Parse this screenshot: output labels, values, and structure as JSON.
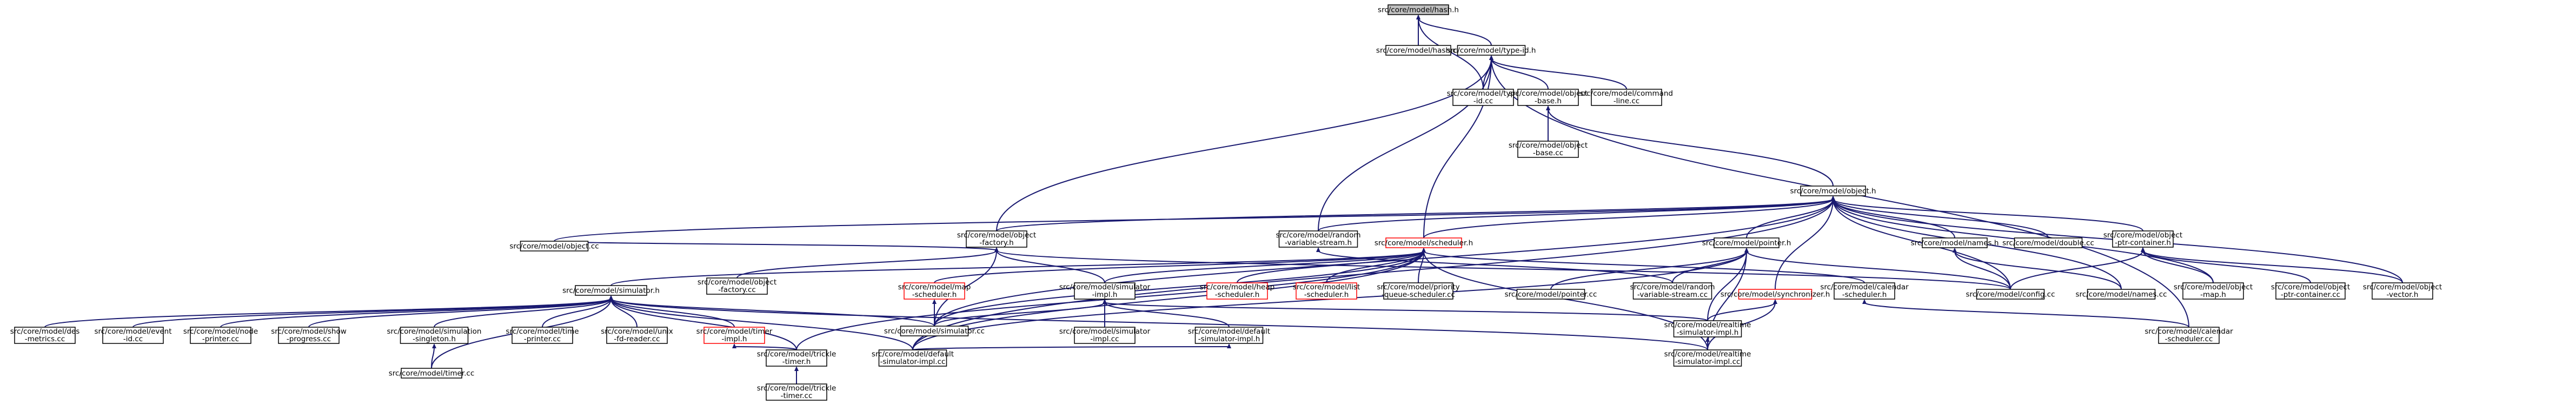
{
  "nodes": {
    "hash_h": {
      "lines": [
        "src/core/model/hash.h"
      ],
      "style": "root"
    },
    "hash_cc": {
      "lines": [
        "src/core/model/hash.cc"
      ],
      "style": "normal"
    },
    "type_id_h": {
      "lines": [
        "src/core/model/type-id.h"
      ],
      "style": "normal"
    },
    "type_id_cc": {
      "lines": [
        "src/core/model/type",
        "-id.cc"
      ],
      "style": "normal"
    },
    "object_base_h": {
      "lines": [
        "src/core/model/object",
        "-base.h"
      ],
      "style": "normal"
    },
    "command_line_cc": {
      "lines": [
        "src/core/model/command",
        "-line.cc"
      ],
      "style": "normal"
    },
    "object_base_cc": {
      "lines": [
        "src/core/model/object",
        "-base.cc"
      ],
      "style": "normal"
    },
    "object_h": {
      "lines": [
        "src/core/model/object.h"
      ],
      "style": "normal"
    },
    "object_factory_h": {
      "lines": [
        "src/core/model/object",
        "-factory.h"
      ],
      "style": "normal"
    },
    "random_variable_stream_h": {
      "lines": [
        "src/core/model/random",
        "-variable-stream.h"
      ],
      "style": "normal"
    },
    "scheduler_h": {
      "lines": [
        "src/core/model/scheduler.h"
      ],
      "style": "red"
    },
    "pointer_h": {
      "lines": [
        "src/core/model/pointer.h"
      ],
      "style": "normal"
    },
    "names_h": {
      "lines": [
        "src/core/model/names.h"
      ],
      "style": "normal"
    },
    "double_cc": {
      "lines": [
        "src/core/model/double.cc"
      ],
      "style": "normal"
    },
    "object_ptr_container_h": {
      "lines": [
        "src/core/model/object",
        "-ptr-container.h"
      ],
      "style": "normal"
    },
    "object_cc": {
      "lines": [
        "src/core/model/object.cc"
      ],
      "style": "normal"
    },
    "simulator_h": {
      "lines": [
        "src/core/model/simulator.h"
      ],
      "style": "normal"
    },
    "object_factory_cc": {
      "lines": [
        "src/core/model/object",
        "-factory.cc"
      ],
      "style": "normal"
    },
    "map_scheduler_h": {
      "lines": [
        "src/core/model/map",
        "-scheduler.h"
      ],
      "style": "red"
    },
    "simulator_impl_h": {
      "lines": [
        "src/core/model/simulator",
        "-impl.h"
      ],
      "style": "normal"
    },
    "heap_scheduler_h": {
      "lines": [
        "src/core/model/heap",
        "-scheduler.h"
      ],
      "style": "red"
    },
    "list_scheduler_h": {
      "lines": [
        "src/core/model/list",
        "-scheduler.h"
      ],
      "style": "red"
    },
    "priority_queue_scheduler_cc": {
      "lines": [
        "src/core/model/priority",
        "-queue-scheduler.cc"
      ],
      "style": "normal"
    },
    "pointer_cc": {
      "lines": [
        "src/core/model/pointer.cc"
      ],
      "style": "normal"
    },
    "random_variable_stream_cc": {
      "lines": [
        "src/core/model/random",
        "-variable-stream.cc"
      ],
      "style": "normal"
    },
    "synchronizer_h": {
      "lines": [
        "src/core/model/synchronizer.h"
      ],
      "style": "red"
    },
    "calendar_scheduler_h": {
      "lines": [
        "src/core/model/calendar",
        "-scheduler.h"
      ],
      "style": "normal"
    },
    "config_cc": {
      "lines": [
        "src/core/model/config.cc"
      ],
      "style": "normal"
    },
    "names_cc": {
      "lines": [
        "src/core/model/names.cc"
      ],
      "style": "normal"
    },
    "object_map_h": {
      "lines": [
        "src/core/model/object",
        "-map.h"
      ],
      "style": "normal"
    },
    "object_ptr_container_cc": {
      "lines": [
        "src/core/model/object",
        "-ptr-container.cc"
      ],
      "style": "normal"
    },
    "object_vector_h": {
      "lines": [
        "src/core/model/object",
        "-vector.h"
      ],
      "style": "normal"
    },
    "des_metrics_cc": {
      "lines": [
        "src/core/model/des",
        "-metrics.cc"
      ],
      "style": "normal"
    },
    "event_id_cc": {
      "lines": [
        "src/core/model/event",
        "-id.cc"
      ],
      "style": "normal"
    },
    "node_printer_cc": {
      "lines": [
        "src/core/model/node",
        "-printer.cc"
      ],
      "style": "normal"
    },
    "show_progress_cc": {
      "lines": [
        "src/core/model/show",
        "-progress.cc"
      ],
      "style": "normal"
    },
    "simulation_singleton_h": {
      "lines": [
        "src/core/model/simulation",
        "-singleton.h"
      ],
      "style": "normal"
    },
    "time_printer_cc": {
      "lines": [
        "src/core/model/time",
        "-printer.cc"
      ],
      "style": "normal"
    },
    "unix_fd_reader_cc": {
      "lines": [
        "src/core/model/unix",
        "-fd-reader.cc"
      ],
      "style": "normal"
    },
    "timer_impl_h": {
      "lines": [
        "src/core/model/timer",
        "-impl.h"
      ],
      "style": "red"
    },
    "simulator_cc": {
      "lines": [
        "src/core/model/simulator.cc"
      ],
      "style": "normal"
    },
    "simulator_impl_cc": {
      "lines": [
        "src/core/model/simulator",
        "-impl.cc"
      ],
      "style": "normal"
    },
    "default_simulator_impl_h": {
      "lines": [
        "src/core/model/default",
        "-simulator-impl.h"
      ],
      "style": "normal"
    },
    "realtime_simulator_impl_h": {
      "lines": [
        "src/core/model/realtime",
        "-simulator-impl.h"
      ],
      "style": "normal"
    },
    "calendar_scheduler_cc": {
      "lines": [
        "src/core/model/calendar",
        "-scheduler.cc"
      ],
      "style": "normal"
    },
    "timer_cc": {
      "lines": [
        "src/core/model/timer.cc"
      ],
      "style": "normal"
    },
    "trickle_timer_h": {
      "lines": [
        "src/core/model/trickle",
        "-timer.h"
      ],
      "style": "normal"
    },
    "default_simulator_impl_cc": {
      "lines": [
        "src/core/model/default",
        "-simulator-impl.cc"
      ],
      "style": "normal"
    },
    "realtime_simulator_impl_cc": {
      "lines": [
        "src/core/model/realtime",
        "-simulator-impl.cc"
      ],
      "style": "normal"
    },
    "trickle_timer_cc": {
      "lines": [
        "src/core/model/trickle",
        "-timer.cc"
      ],
      "style": "normal"
    }
  },
  "edges": [
    [
      "hash_h",
      "hash_cc"
    ],
    [
      "hash_h",
      "type_id_h"
    ],
    [
      "hash_h",
      "type_id_cc"
    ],
    [
      "type_id_h",
      "type_id_cc"
    ],
    [
      "type_id_h",
      "object_base_h"
    ],
    [
      "type_id_h",
      "command_line_cc"
    ],
    [
      "type_id_h",
      "object_factory_h"
    ],
    [
      "type_id_h",
      "scheduler_h"
    ],
    [
      "type_id_h",
      "random_variable_stream_h"
    ],
    [
      "type_id_h",
      "calendar_scheduler_cc"
    ],
    [
      "object_base_h",
      "object_base_cc"
    ],
    [
      "object_base_h",
      "object_h"
    ],
    [
      "object_h",
      "object_cc"
    ],
    [
      "object_h",
      "object_factory_h"
    ],
    [
      "object_h",
      "random_variable_stream_h"
    ],
    [
      "object_h",
      "scheduler_h"
    ],
    [
      "object_h",
      "pointer_h"
    ],
    [
      "object_h",
      "names_h"
    ],
    [
      "object_h",
      "double_cc"
    ],
    [
      "object_h",
      "object_ptr_container_h"
    ],
    [
      "object_h",
      "synchronizer_h"
    ],
    [
      "object_h",
      "config_cc"
    ],
    [
      "object_h",
      "names_cc"
    ],
    [
      "object_h",
      "object_map_h"
    ],
    [
      "object_h",
      "object_vector_h"
    ],
    [
      "object_h",
      "simulator_cc"
    ],
    [
      "object_h",
      "default_simulator_impl_cc"
    ],
    [
      "object_factory_h",
      "object_cc"
    ],
    [
      "object_factory_h",
      "object_factory_cc"
    ],
    [
      "object_factory_h",
      "simulator_impl_h"
    ],
    [
      "object_factory_h",
      "simulator_cc"
    ],
    [
      "object_factory_h",
      "config_cc"
    ],
    [
      "random_variable_stream_h",
      "random_variable_stream_cc"
    ],
    [
      "scheduler_h",
      "simulator_h"
    ],
    [
      "scheduler_h",
      "map_scheduler_h"
    ],
    [
      "scheduler_h",
      "simulator_impl_h"
    ],
    [
      "scheduler_h",
      "heap_scheduler_h"
    ],
    [
      "scheduler_h",
      "list_scheduler_h"
    ],
    [
      "scheduler_h",
      "priority_queue_scheduler_cc"
    ],
    [
      "scheduler_h",
      "calendar_scheduler_h"
    ],
    [
      "scheduler_h",
      "simulator_cc"
    ],
    [
      "scheduler_h",
      "default_simulator_impl_cc"
    ],
    [
      "scheduler_h",
      "realtime_simulator_impl_cc"
    ],
    [
      "scheduler_h",
      "trickle_timer_h"
    ],
    [
      "pointer_h",
      "pointer_cc"
    ],
    [
      "pointer_h",
      "random_variable_stream_cc"
    ],
    [
      "pointer_h",
      "config_cc"
    ],
    [
      "pointer_h",
      "realtime_simulator_impl_h"
    ],
    [
      "pointer_h",
      "realtime_simulator_impl_cc"
    ],
    [
      "pointer_h",
      "default_simulator_impl_cc"
    ],
    [
      "names_h",
      "config_cc"
    ],
    [
      "names_h",
      "names_cc"
    ],
    [
      "object_ptr_container_h",
      "object_map_h"
    ],
    [
      "object_ptr_container_h",
      "object_ptr_container_cc"
    ],
    [
      "object_ptr_container_h",
      "object_vector_h"
    ],
    [
      "object_ptr_container_h",
      "config_cc"
    ],
    [
      "synchronizer_h",
      "realtime_simulator_impl_h"
    ],
    [
      "synchronizer_h",
      "realtime_simulator_impl_cc"
    ],
    [
      "calendar_scheduler_h",
      "calendar_scheduler_cc"
    ],
    [
      "simulator_h",
      "des_metrics_cc"
    ],
    [
      "simulator_h",
      "event_id_cc"
    ],
    [
      "simulator_h",
      "node_printer_cc"
    ],
    [
      "simulator_h",
      "show_progress_cc"
    ],
    [
      "simulator_h",
      "simulation_singleton_h"
    ],
    [
      "simulator_h",
      "time_printer_cc"
    ],
    [
      "simulator_h",
      "unix_fd_reader_cc"
    ],
    [
      "simulator_h",
      "timer_impl_h"
    ],
    [
      "simulator_h",
      "simulator_cc"
    ],
    [
      "simulator_h",
      "timer_cc"
    ],
    [
      "simulator_h",
      "trickle_timer_h"
    ],
    [
      "simulator_h",
      "default_simulator_impl_cc"
    ],
    [
      "simulator_h",
      "realtime_simulator_impl_cc"
    ],
    [
      "simulation_singleton_h",
      "timer_cc"
    ],
    [
      "timer_impl_h",
      "trickle_timer_h"
    ],
    [
      "map_scheduler_h",
      "simulator_cc"
    ],
    [
      "simulator_impl_h",
      "simulator_cc"
    ],
    [
      "simulator_impl_h",
      "simulator_impl_cc"
    ],
    [
      "simulator_impl_h",
      "default_simulator_impl_h"
    ],
    [
      "simulator_impl_h",
      "realtime_simulator_impl_h"
    ],
    [
      "default_simulator_impl_h",
      "default_simulator_impl_cc"
    ],
    [
      "realtime_simulator_impl_h",
      "realtime_simulator_impl_cc"
    ],
    [
      "trickle_timer_h",
      "trickle_timer_cc"
    ]
  ]
}
